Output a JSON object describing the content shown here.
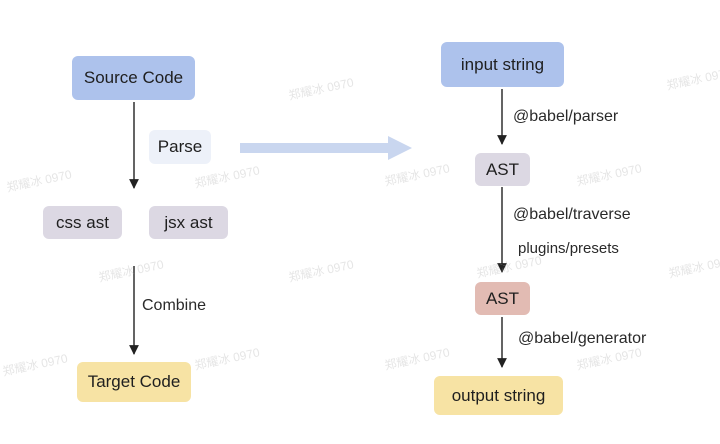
{
  "left": {
    "source": "Source Code",
    "parse": "Parse",
    "css_ast": "css ast",
    "jsx_ast": "jsx ast",
    "combine": "Combine",
    "target": "Target Code"
  },
  "right": {
    "input": "input string",
    "parser": "@babel/parser",
    "ast1": "AST",
    "traverse": "@babel/traverse",
    "plugins": "plugins/presets",
    "ast2": "AST",
    "generator": "@babel/generator",
    "output": "output string"
  },
  "watermark": "郑耀冰 0970",
  "colors": {
    "blue": "#adc2ec",
    "gray": "#dcd8e3",
    "yellow": "#f7e3a4",
    "rose": "#e2bbb3",
    "pale": "#edf1f9",
    "connector_arrow": "#c9d6ef",
    "line": "#222222"
  }
}
